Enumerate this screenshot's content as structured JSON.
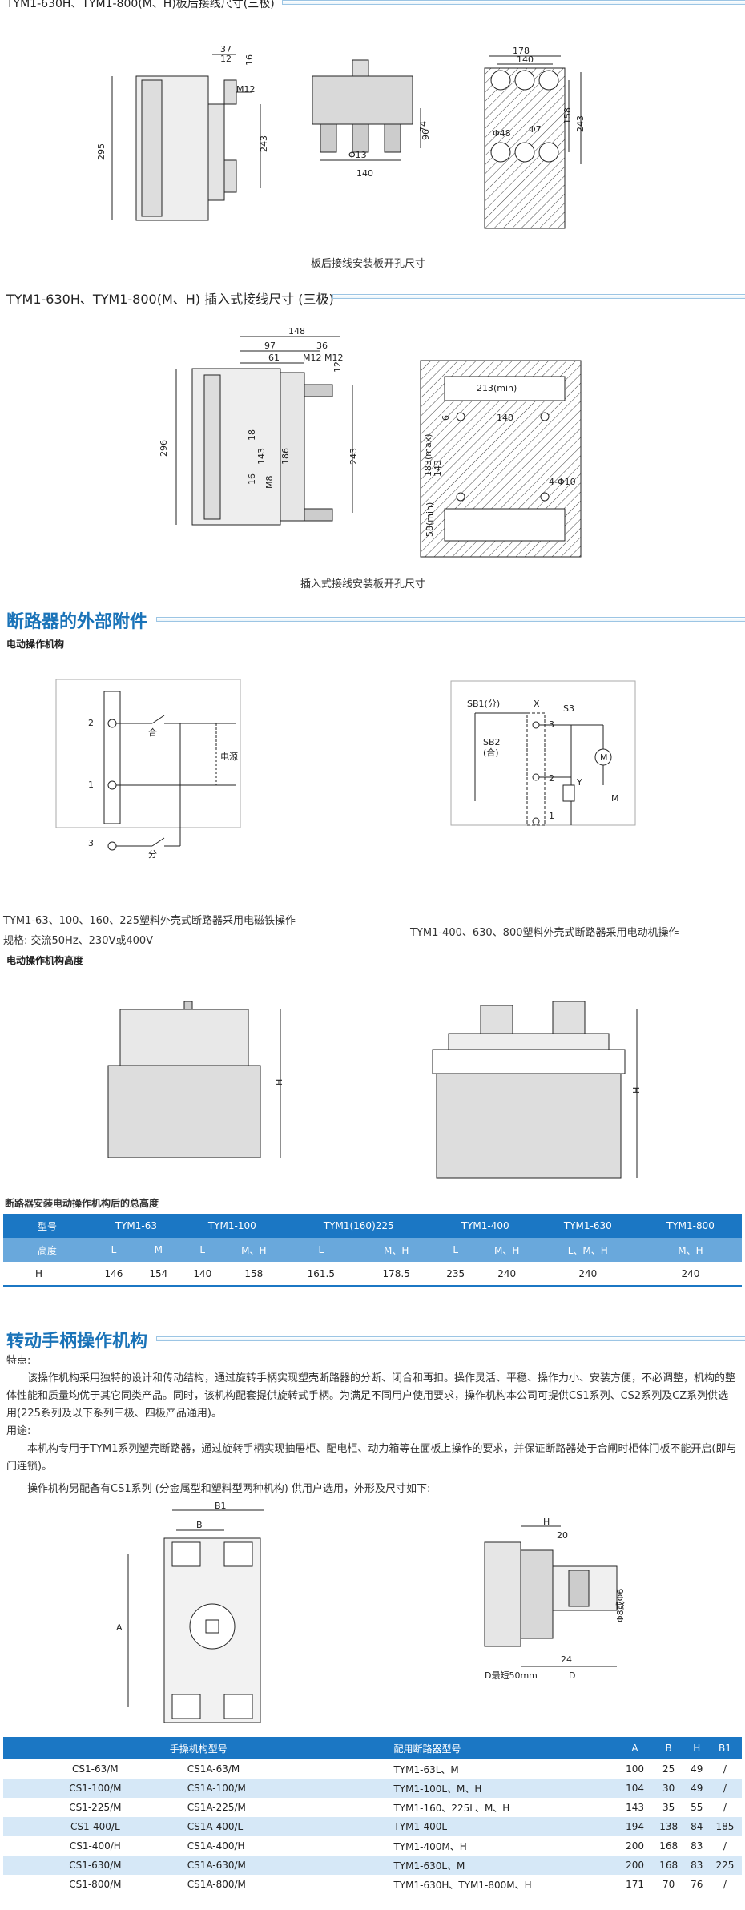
{
  "sec1": {
    "title": "TYM1-630H、TYM1-800(M、H)板后接线尺寸(三极)",
    "caption": "板后接线安装板开孔尺寸"
  },
  "sec2": {
    "title": "TYM1-630H、TYM1-800(M、H) 插入式接线尺寸 (三极)",
    "caption": "插入式接线安装板开孔尺寸"
  },
  "dims1": {
    "d37": "37",
    "d12": "12",
    "d16": "16",
    "m12": "M12",
    "d295": "295",
    "d243": "243",
    "d74": "74",
    "d96": "96",
    "phi13": "Φ13",
    "d140": "140",
    "d178": "178",
    "d140b": "140",
    "phi48": "Φ48",
    "phi7": "Φ7",
    "d158": "158",
    "d243b": "243"
  },
  "dims2": {
    "d148": "148",
    "d97": "97",
    "d36": "36",
    "d61": "61",
    "m12a": "M12",
    "m12b": "M12",
    "d12": "12",
    "d296": "296",
    "d18": "18",
    "d143": "143",
    "d186": "186",
    "d243": "243",
    "d16": "16",
    "m8": "M8",
    "d213": "213(min)",
    "d140": "140",
    "d6": "6",
    "d183": "183(max)",
    "d143b": "143",
    "phi10": "4-Φ10",
    "d58": "58(min)"
  },
  "accessories": {
    "title": "断路器的外部附件",
    "motor_title": "电动操作机构",
    "left_diag": {
      "n2": "2",
      "n1": "1",
      "n3": "3",
      "he": "合",
      "fen": "分",
      "power": "电源"
    },
    "right_diag": {
      "sb1": "SB1(分)",
      "x": "X",
      "s3": "S3",
      "sb2": "SB2",
      "sb2b": "(合)",
      "n3": "3",
      "n2": "2",
      "n1": "1",
      "m": "M",
      "y": "Y",
      "mb": "M"
    },
    "caption_left": "TYM1-63、100、160、225塑料外壳式断路器采用电磁铁操作",
    "spec_left": "规格:  交流50Hz、230V或400V",
    "caption_right": "TYM1-400、630、800塑料外壳式断路器采用电动机操作",
    "height_title": "电动操作机构高度",
    "h_left": "H",
    "h_right": "H",
    "table_title": "断路器安装电动操作机构后的总高度"
  },
  "height_table": {
    "model_label": "型号",
    "height_label": "高度",
    "models": [
      "TYM1-63",
      "TYM1-100",
      "TYM1(160)225",
      "TYM1-400",
      "TYM1-630",
      "TYM1-800"
    ],
    "sub": [
      "L",
      "M",
      "L",
      "M、H",
      "L",
      "M、H",
      "L",
      "M、H",
      "L、M、H",
      "M、H"
    ],
    "row_label": "H",
    "values": [
      "146",
      "154",
      "140",
      "158",
      "161.5",
      "178.5",
      "235",
      "240",
      "240",
      "240"
    ]
  },
  "handle": {
    "title": "转动手柄操作机构",
    "feature_label": "特点:",
    "feature_text": "该操作机构采用独特的设计和传动结构，通过旋转手柄实现塑壳断路器的分断、闭合和再扣。操作灵活、平稳、操作力小、安装方便，不必调整，机构的整体性能和质量均优于其它同类产品。同时，该机构配套提供旋转式手柄。为满足不同用户使用要求，操作机构本公司可提供CS1系列、CS2系列及CZ系列供选用(225系列及以下系列三极、四极产品通用)。",
    "usage_label": "用途:",
    "usage_text": "本机构专用于TYM1系列塑壳断路器，通过旋转手柄实现抽屉柜、配电柜、动力箱等在面板上操作的要求，并保证断路器处于合闸时柜体门板不能开启(即与门连锁)。",
    "supply_text": "操作机构另配备有CS1系列 (分金属型和塑料型两种机构) 供用户选用，外形及尺寸如下:",
    "dims": {
      "b1": "B1",
      "b": "B",
      "a": "A",
      "h": "H",
      "d20": "20",
      "d24": "24",
      "d": "D",
      "phi": "Φ8或Φ6",
      "dnote": "D最短50mm"
    }
  },
  "cs_table": {
    "headers": [
      "手操机构型号",
      "配用断路器型号",
      "A",
      "B",
      "H",
      "B1"
    ],
    "rows": [
      [
        "CS1-63/M",
        "CS1A-63/M",
        "TYM1-63L、M",
        "100",
        "25",
        "49",
        "/"
      ],
      [
        "CS1-100/M",
        "CS1A-100/M",
        "TYM1-100L、M、H",
        "104",
        "30",
        "49",
        "/"
      ],
      [
        "CS1-225/M",
        "CS1A-225/M",
        "TYM1-160、225L、M、H",
        "143",
        "35",
        "55",
        "/"
      ],
      [
        "CS1-400/L",
        "CS1A-400/L",
        "TYM1-400L",
        "194",
        "138",
        "84",
        "185"
      ],
      [
        "CS1-400/H",
        "CS1A-400/H",
        "TYM1-400M、H",
        "200",
        "168",
        "83",
        "/"
      ],
      [
        "CS1-630/M",
        "CS1A-630/M",
        "TYM1-630L、M",
        "200",
        "168",
        "83",
        "225"
      ],
      [
        "CS1-800/M",
        "CS1A-800/M",
        "TYM1-630H、TYM1-800M、H",
        "171",
        "70",
        "76",
        "/"
      ]
    ]
  }
}
